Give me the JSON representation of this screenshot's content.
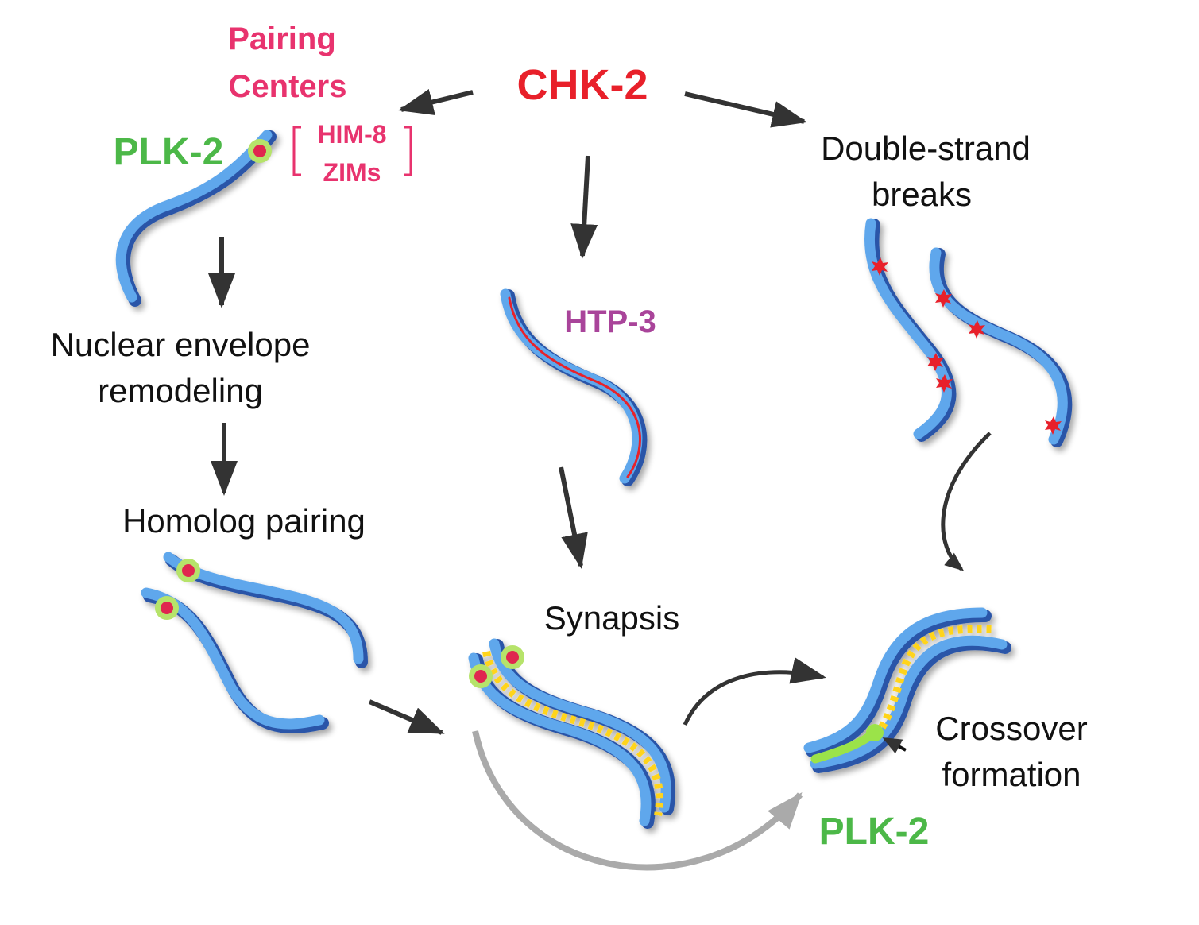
{
  "labels": {
    "pairing_centers_line1": "Pairing",
    "pairing_centers_line2": "Centers",
    "chk2": "CHK-2",
    "plk2_top": "PLK-2",
    "him8": "HIM-8",
    "zims": "ZIMs",
    "dsb_line1": "Double-strand",
    "dsb_line2": "breaks",
    "htp3": "HTP-3",
    "nuclear_line1": "Nuclear envelope",
    "nuclear_line2": "remodeling",
    "homolog_pairing": "Homolog pairing",
    "synapsis": "Synapsis",
    "crossover_line1": "Crossover",
    "crossover_line2": "formation",
    "plk2_bottom": "PLK-2"
  },
  "colors": {
    "chk2": "#e8202a",
    "pairing_centers": "#e8336e",
    "plk2": "#4cb848",
    "htp3": "#a9449a",
    "chromosome_light": "#5ea7ec",
    "chromosome_dark": "#2a55a8",
    "arrow": "#333333",
    "arrow_gray": "#aaaaaa",
    "synaptonemal": "#ffd41c",
    "pairing_center_dot": "#e0264f",
    "plk2_ring": "#b6e36a"
  }
}
